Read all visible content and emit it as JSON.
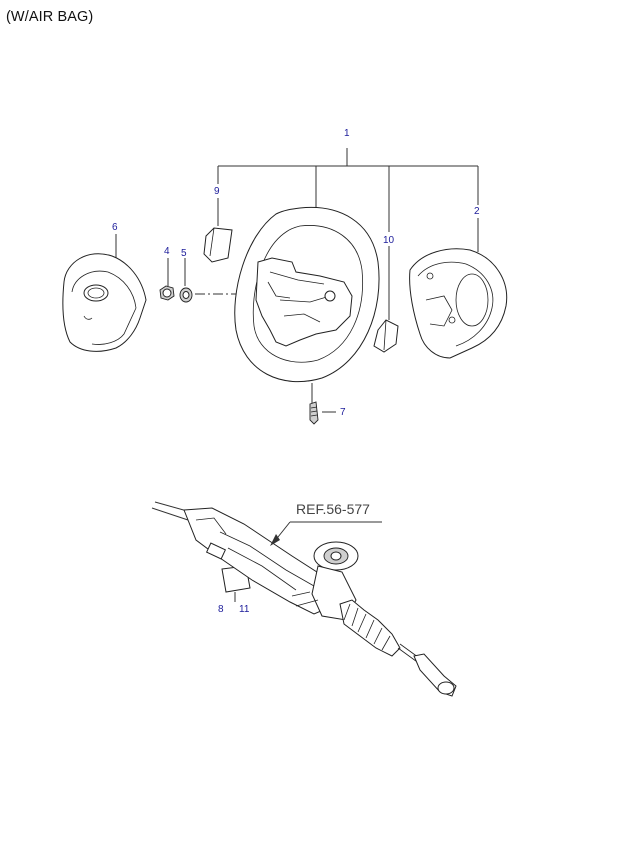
{
  "header": {
    "title": "(W/AIR BAG)"
  },
  "callouts": {
    "p1": "1",
    "p2": "2",
    "p4": "4",
    "p5": "5",
    "p6": "6",
    "p7": "7",
    "p8": "8",
    "p9": "9",
    "p10": "10",
    "p11": "11"
  },
  "reference": {
    "label": "REF.56-577"
  },
  "colors": {
    "callout_text": "#1c1c9a",
    "line_art": "#222222"
  }
}
